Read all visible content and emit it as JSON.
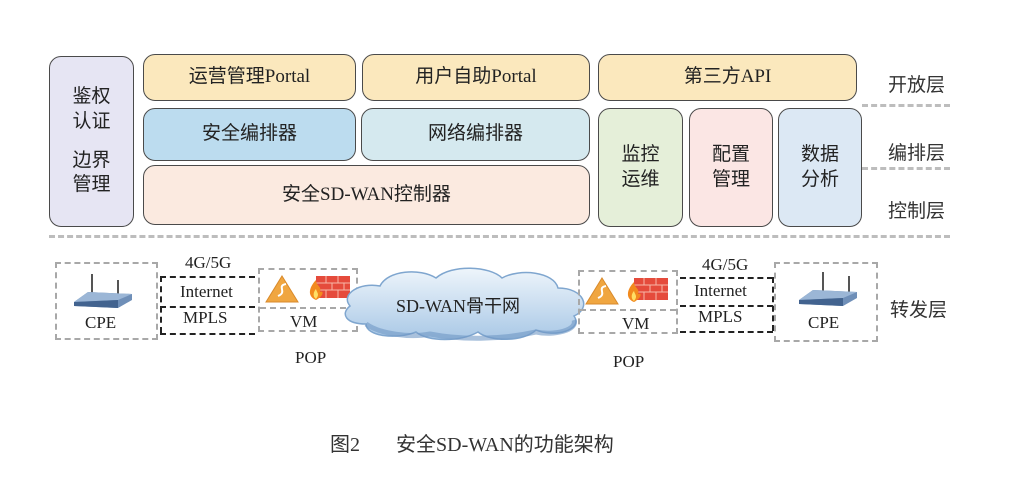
{
  "left_column": {
    "line1": "鉴权",
    "line2": "认证",
    "line3": "边界",
    "line4": "管理"
  },
  "open_layer": {
    "ops_portal": "运营管理Portal",
    "user_portal": "用户自助Portal",
    "third_party_api": "第三方API"
  },
  "orchestration_layer": {
    "security_orchestrator": "安全编排器",
    "network_orchestrator": "网络编排器"
  },
  "control_layer": {
    "controller": "安全SD-WAN控制器"
  },
  "right_modules": [
    {
      "line1": "监控",
      "line2": "运维"
    },
    {
      "line1": "配置",
      "line2": "管理"
    },
    {
      "line1": "数据",
      "line2": "分析"
    }
  ],
  "layer_labels": {
    "open": "开放层",
    "orchestration": "编排层",
    "control": "控制层",
    "forwarding": "转发层"
  },
  "forwarding": {
    "cpe_left": "CPE",
    "cpe_right": "CPE",
    "link_4g5g": "4G/5G",
    "link_internet": "Internet",
    "link_mpls": "MPLS",
    "vm": "VM",
    "pop": "POP",
    "backbone": "SD-WAN骨干网"
  },
  "caption": {
    "figure_no": "图2",
    "title": "安全SD-WAN的功能架构"
  }
}
